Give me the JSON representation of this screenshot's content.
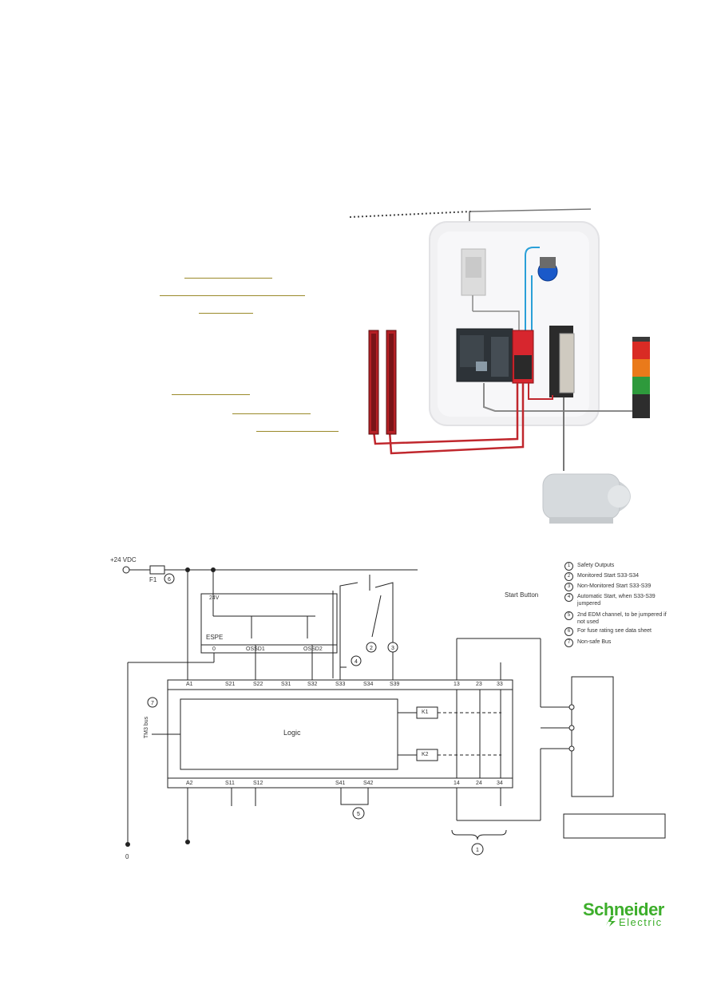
{
  "diagram": {
    "supply_label": "+24 VDC",
    "fuse_label": "F1",
    "supply_zero_label": "0",
    "espe_label": "ESPE",
    "espe_24v": "24V",
    "espe_terms": [
      "0",
      "OSSD1",
      "OSSD2"
    ],
    "start_button_note": "Start Button",
    "top_terminals": [
      "A1",
      "S21",
      "S22",
      "S31",
      "S32",
      "S33",
      "S34",
      "S39",
      "13",
      "23",
      "33"
    ],
    "bottom_terminals": [
      "A2",
      "S11",
      "S12",
      "S41",
      "S42",
      "14",
      "24",
      "34"
    ],
    "logic_label": "Logic",
    "relay_labels": [
      "K1",
      "K2"
    ],
    "bus_label": "TM3 bus"
  },
  "legend": [
    {
      "num": "1",
      "text": "Safety Outputs"
    },
    {
      "num": "2",
      "text": "Monitored Start S33-S34"
    },
    {
      "num": "3",
      "text": "Non-Monitored Start S33-S39"
    },
    {
      "num": "4",
      "text": "Automatic Start, when S33-S39 jumpered"
    },
    {
      "num": "5",
      "text": "2nd EDM channel, to be jumpered if not used"
    },
    {
      "num": "6",
      "text": "For fuse rating see data sheet"
    },
    {
      "num": "7",
      "text": "Non-safe Bus"
    }
  ],
  "brand": {
    "name": "Schneider",
    "sub": "Electric",
    "color": "#3dae2b"
  }
}
